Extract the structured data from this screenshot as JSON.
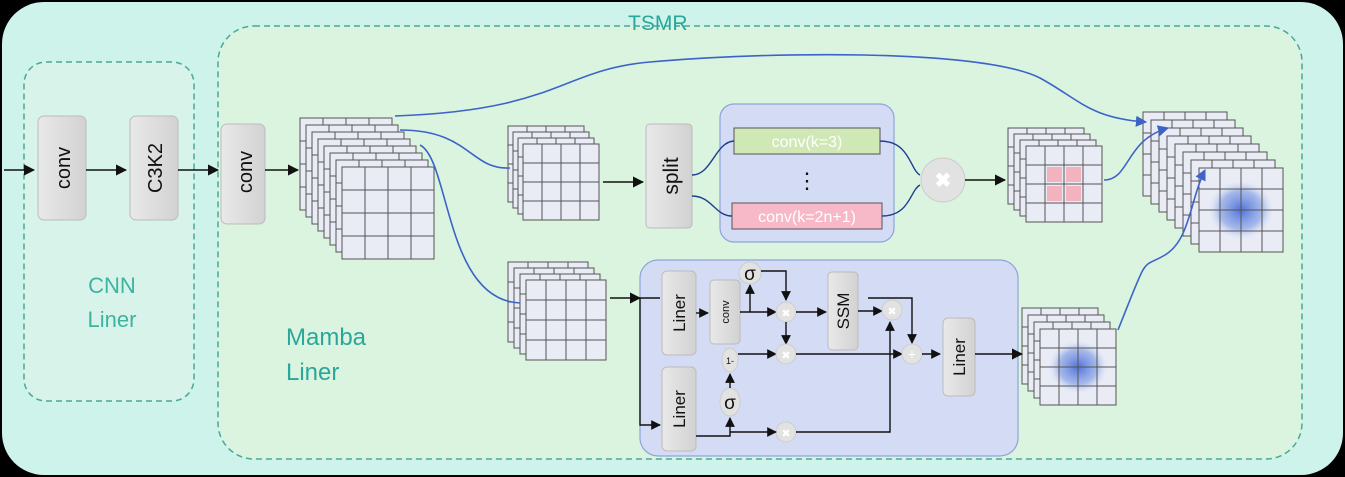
{
  "title": "TSMR",
  "cnn_group": {
    "label_line1": "CNN",
    "label_line2": "Liner",
    "conv": "conv",
    "c3k2": "C3K2"
  },
  "main": {
    "conv": "conv",
    "split": "split",
    "conv_k3": "conv(k=3)",
    "dots": "⋮",
    "conv_k2n1": "conv(k=2n+1)",
    "mamba_label_line1": "Mamba",
    "mamba_label_line2": "Liner"
  },
  "mamba_block": {
    "liner_top": "Liner",
    "liner_bottom": "Liner",
    "conv_small": "conv",
    "sigma_top": "σ",
    "sigma_bottom": "σ",
    "one_minus": "1-",
    "ssm": "SSM",
    "liner_out": "Liner"
  },
  "colors": {
    "outer_bg": "#cdf3ea",
    "inner_bg": "#daf4e0",
    "dashed": "#4aa89a",
    "title": "#2aa79a",
    "block_bg": "#d4dcf5",
    "arrow_blue": "#3d63c9",
    "green_box": "#cfe8b6",
    "pink_box": "#f7b9c8",
    "pink_cell": "#f2b3bf",
    "gray_box": "#d9d9d9"
  }
}
